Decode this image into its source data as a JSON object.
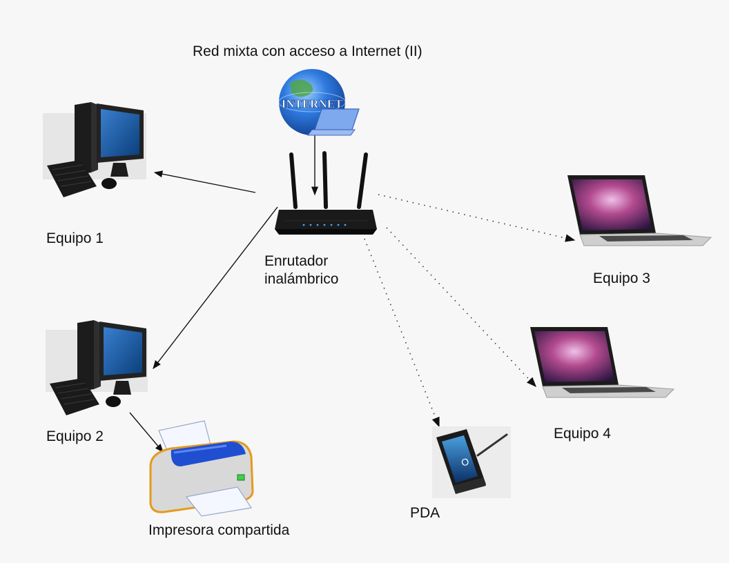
{
  "diagram": {
    "title": "Red mixta con acceso a Internet (II)",
    "internet_text": "INTERNET",
    "router": {
      "label_line1": "Enrutador",
      "label_line2": "inalámbrico"
    },
    "nodes": [
      {
        "id": "equipo1",
        "label": "Equipo 1",
        "device": "desktop-computer",
        "link": "wired"
      },
      {
        "id": "equipo2",
        "label": "Equipo 2",
        "device": "desktop-computer",
        "link": "wired"
      },
      {
        "id": "equipo3",
        "label": "Equipo 3",
        "device": "laptop",
        "link": "wireless"
      },
      {
        "id": "equipo4",
        "label": "Equipo 4",
        "device": "laptop",
        "link": "wireless"
      },
      {
        "id": "pda",
        "label": "PDA",
        "device": "pda",
        "link": "wireless"
      },
      {
        "id": "impresora",
        "label": "Impresora compartida",
        "device": "printer",
        "link": "wired-from-equipo2"
      }
    ],
    "colors": {
      "background": "#f7f7f7",
      "wired_line": "#111111",
      "wireless_line": "#333333",
      "globe_blue": "#1f5fbf",
      "printer_blue": "#1f4fd0",
      "laptop_screen": "#b0407a"
    }
  }
}
